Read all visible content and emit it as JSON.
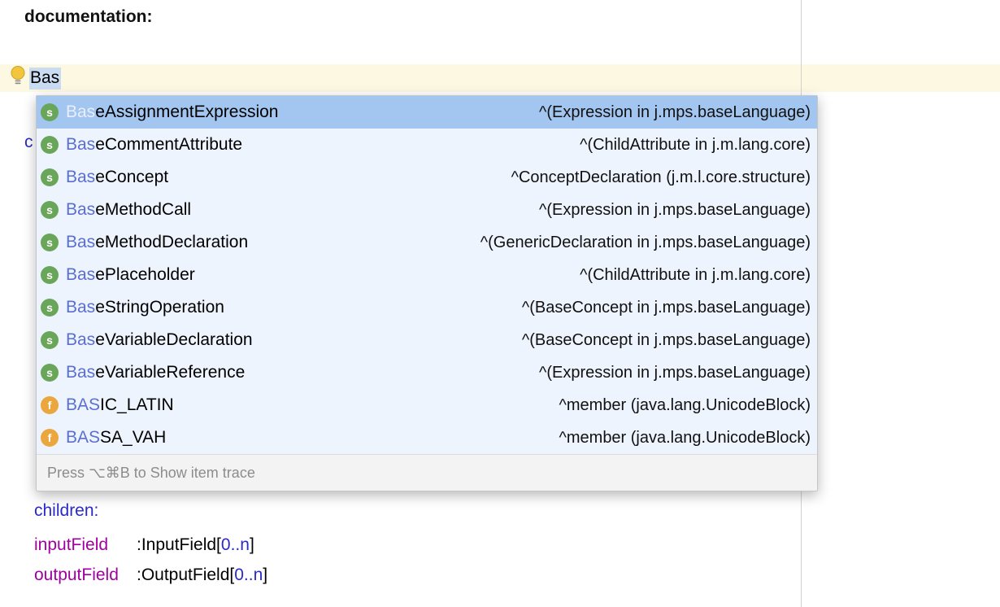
{
  "editor": {
    "documentation_label": "documentation:",
    "typed_text": "Bas",
    "partially_hidden_text": "c",
    "children_label": "children:",
    "fields": [
      {
        "name": "inputField",
        "type_part": ":InputField[",
        "cardinality": "0..n",
        "bracket_close": "]"
      },
      {
        "name": "outputField",
        "type_part": ":OutputField[",
        "cardinality": "0..n",
        "bracket_close": "]"
      }
    ]
  },
  "popup": {
    "footer_hint": "Press ⌥⌘B to Show item trace",
    "items": [
      {
        "kind": "s",
        "match": "Bas",
        "rest": "eAssignmentExpression",
        "detail": "^(Expression in j.mps.baseLanguage)",
        "selected": true
      },
      {
        "kind": "s",
        "match": "Bas",
        "rest": "eCommentAttribute",
        "detail": "^(ChildAttribute in j.m.lang.core)",
        "selected": false
      },
      {
        "kind": "s",
        "match": "Bas",
        "rest": "eConcept",
        "detail": "^ConceptDeclaration (j.m.l.core.structure)",
        "selected": false
      },
      {
        "kind": "s",
        "match": "Bas",
        "rest": "eMethodCall",
        "detail": "^(Expression in j.mps.baseLanguage)",
        "selected": false
      },
      {
        "kind": "s",
        "match": "Bas",
        "rest": "eMethodDeclaration",
        "detail": "^(GenericDeclaration in j.mps.baseLanguage)",
        "selected": false
      },
      {
        "kind": "s",
        "match": "Bas",
        "rest": "ePlaceholder",
        "detail": "^(ChildAttribute in j.m.lang.core)",
        "selected": false
      },
      {
        "kind": "s",
        "match": "Bas",
        "rest": "eStringOperation",
        "detail": "^(BaseConcept in j.mps.baseLanguage)",
        "selected": false
      },
      {
        "kind": "s",
        "match": "Bas",
        "rest": "eVariableDeclaration",
        "detail": "^(BaseConcept in j.mps.baseLanguage)",
        "selected": false
      },
      {
        "kind": "s",
        "match": "Bas",
        "rest": "eVariableReference",
        "detail": "^(Expression in j.mps.baseLanguage)",
        "selected": false
      },
      {
        "kind": "f",
        "match": "BAS",
        "rest": "IC_LATIN",
        "detail": "^member (java.lang.UnicodeBlock)",
        "selected": false
      },
      {
        "kind": "f",
        "match": "BAS",
        "rest": "SA_VAH",
        "detail": "^member (java.lang.UnicodeBlock)",
        "selected": false
      }
    ]
  },
  "colors": {
    "selected_row": "#a2c6f0",
    "popup_bg": "#eef4fd",
    "match_blue": "#5a6fd1",
    "keyword_blue": "#2a2ac9",
    "field_purple": "#a100a1",
    "icon_s_green": "#6aa65a",
    "icon_f_orange": "#eba63e",
    "current_line_highlight": "#fdf8e2"
  }
}
